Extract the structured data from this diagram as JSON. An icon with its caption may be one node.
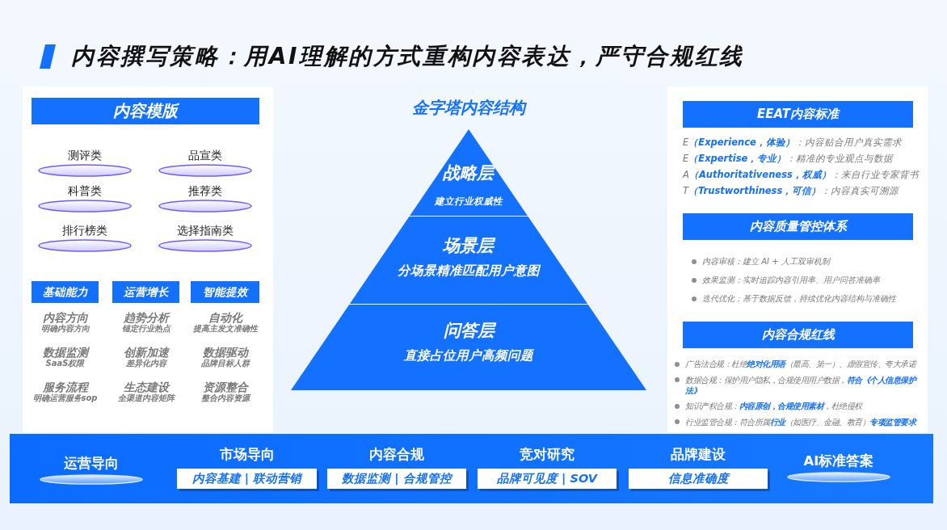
{
  "diagram": {
    "title": "内容撰写策略：用AI理解的方式重构内容表达，严守合规红线",
    "nodes": [
      {
        "text": [],
        "shape": "box"
      },
      {
        "text": [
          "内容模版"
        ],
        "in": 0
      },
      {
        "text": [
          "测评类"
        ],
        "in": 0
      },
      {
        "text": [
          "品宣类"
        ],
        "in": 0
      },
      {
        "text": [
          "科普类"
        ],
        "in": 0
      },
      {
        "text": [
          "推荐类"
        ],
        "in": 0
      },
      {
        "text": [
          "排行榜类"
        ],
        "in": 0
      },
      {
        "text": [
          "选择指南类"
        ],
        "in": 0
      },
      {
        "text": [
          "基础能力"
        ],
        "in": 0,
        "beside": [
          "内容方向",
          "明确内容方向",
          "数据监测",
          "SaaS权限",
          "服务流程",
          "明确运营服务sop"
        ]
      },
      {
        "text": [
          "运营增长"
        ],
        "in": 0,
        "beside": [
          "趋势分析",
          "锚定行业热点",
          "创新加速",
          "差异化内容",
          "生态建设",
          "全渠道内容矩阵"
        ]
      },
      {
        "text": [
          "智能提效"
        ],
        "in": 0,
        "beside": [
          "自动化",
          "提高主发文准确性",
          "数据驱动",
          "品牌目标人群",
          "资源整合",
          "整合内容资源"
        ]
      },
      {
        "text": [
          "战略层",
          "建立行业权威性"
        ]
      },
      {
        "text": [
          "场景层",
          "分场景精准匹配用户意图"
        ]
      },
      {
        "text": [
          "问答层",
          "直接占位用户高频问题"
        ]
      },
      {
        "text": [],
        "shape": "box"
      },
      {
        "text": [
          "EEAT内容标准"
        ],
        "in": 14,
        "beside": [
          "E**（Experience，体验）**：内容贴合用户真实需求",
          "E**（Expertise，专业）**：精准的专业观点与数据",
          "A**（Authoritativeness，权威）**：来自行业专家背书",
          "T**（Trustworthiness，可信）**：内容真实可溯源"
        ]
      },
      {
        "text": [
          "内容质量管控体系"
        ],
        "in": 14,
        "beside": [
          "内容审核：建立 AI + 人工双审机制",
          "效果监测：实时追踪内容引用率、用户问答准确率",
          "迭代优化：基于数据反馈，持续优化内容结构与准确性"
        ]
      },
      {
        "text": [
          "内容合规红线"
        ],
        "in": 14,
        "beside": [
          "广告法合规：杜绝**绝对化用语**（最高、第一）、虚假宣传、夸大承诺",
          "数据合规：保护用户隐私，合规使用用户数据，**符合《个人信息保护法》**",
          "知识产权合规：**内容原创，合规使用素材**，杜绝侵权",
          "行业监管合规：符合所属**行业**（如医疗、金融、教育）**专项监管要求**"
        ]
      },
      {
        "text": [],
        "shape": "bar"
      },
      {
        "text": [
          "运营导向"
        ],
        "in": 18
      },
      {
        "text": [
          "市场导向",
          "内容基建 | 联动营销"
        ],
        "in": 18
      },
      {
        "text": [
          "内容合规",
          "数据监测 | 合规管控"
        ],
        "in": 18
      },
      {
        "text": [
          "竞对研究",
          "品牌可见度 | SOV"
        ],
        "in": 18
      },
      {
        "text": [
          "品牌建设",
          "信息准确度"
        ],
        "in": 18
      },
      {
        "text": [
          "AI标准答案"
        ],
        "in": 18
      }
    ],
    "labels": [
      "金字塔内容结构"
    ]
  }
}
